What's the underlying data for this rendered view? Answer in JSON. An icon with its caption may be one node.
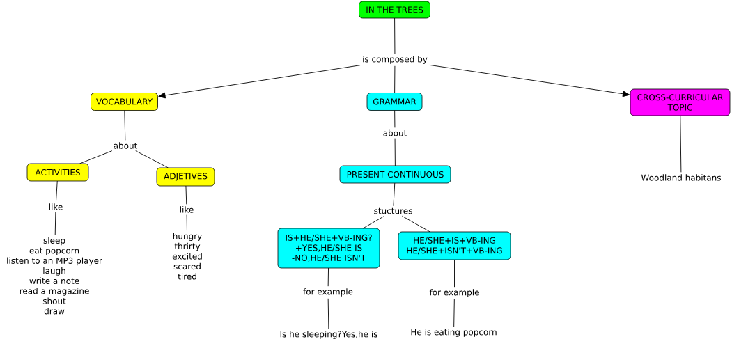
{
  "diagram": {
    "nodes": [
      {
        "text": [
          "IN THE TREES"
        ]
      },
      {
        "text": [
          "is composed by"
        ]
      },
      {
        "text": [
          "VOCABULARY"
        ]
      },
      {
        "text": [
          "GRAMMAR"
        ]
      },
      {
        "text": [
          "CROSS-CURRICULAR TOPIC"
        ]
      },
      {
        "text": [
          "about"
        ]
      },
      {
        "text": [
          "about"
        ]
      },
      {
        "text": [
          "ACTIVITIES"
        ]
      },
      {
        "text": [
          "ADJETIVES"
        ]
      },
      {
        "text": [
          "PRESENT CONTINUOUS"
        ]
      },
      {
        "text": [
          "Woodland habitans"
        ]
      },
      {
        "text": [
          "like"
        ]
      },
      {
        "text": [
          "like"
        ]
      },
      {
        "text": [
          "stuctures"
        ]
      },
      {
        "text": [
          "IS+HE/SHE+VB-ING? +YES,HE/SHE IS -NO,HE/SHE ISN'T"
        ]
      },
      {
        "text": [
          "HE/SHE+IS+VB-ING HE/SHE+ISN'T+VB-ING"
        ]
      },
      {
        "text": [
          "sleep",
          "eat popcorn",
          "listen to an MP3 player",
          "laugh",
          "write a note",
          "read a magazine",
          "shout",
          "draw"
        ]
      },
      {
        "text": [
          "hungry",
          "thrirty",
          "excited",
          "scared",
          "tired"
        ]
      },
      {
        "text": [
          "for example"
        ]
      },
      {
        "text": [
          "for example"
        ]
      },
      {
        "text": [
          "Is he sleeping?Yes,he is"
        ]
      },
      {
        "text": [
          "He is eating popcorn"
        ]
      }
    ],
    "edges": [
      {
        "from": 0,
        "to": 1,
        "arrow": "none"
      },
      {
        "from": 1,
        "to": 2,
        "arrow": "to"
      },
      {
        "from": 1,
        "to": 3,
        "arrow": "none"
      },
      {
        "from": 1,
        "to": 4,
        "arrow": "to"
      },
      {
        "from": 2,
        "to": 5,
        "arrow": "none"
      },
      {
        "from": 3,
        "to": 6,
        "arrow": "none"
      },
      {
        "from": 6,
        "to": 9,
        "arrow": "none"
      },
      {
        "from": 5,
        "to": 7,
        "arrow": "none"
      },
      {
        "from": 5,
        "to": 8,
        "arrow": "none"
      },
      {
        "from": 4,
        "to": 10,
        "arrow": "none"
      },
      {
        "from": 7,
        "to": 11,
        "arrow": "none"
      },
      {
        "from": 8,
        "to": 12,
        "arrow": "none"
      },
      {
        "from": 9,
        "to": 13,
        "arrow": "none"
      },
      {
        "from": 11,
        "to": 16,
        "arrow": "none"
      },
      {
        "from": 12,
        "to": 17,
        "arrow": "none"
      },
      {
        "from": 13,
        "to": 14,
        "arrow": "none"
      },
      {
        "from": 13,
        "to": 15,
        "arrow": "none"
      },
      {
        "from": 14,
        "to": 18,
        "arrow": "none"
      },
      {
        "from": 15,
        "to": 19,
        "arrow": "none"
      },
      {
        "from": 18,
        "to": 20,
        "arrow": "none"
      },
      {
        "from": 19,
        "to": 21,
        "arrow": "none"
      }
    ]
  }
}
